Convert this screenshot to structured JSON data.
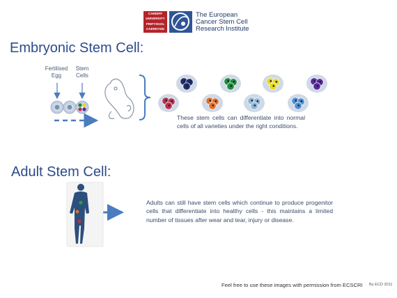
{
  "logo": {
    "university_lines": [
      "CARDIFF",
      "UNIVERSITY",
      "PRIFYSGOL",
      "CAERDYDD"
    ],
    "institute_lines": [
      "The European",
      "Cancer Stem Cell",
      "Research Institute"
    ]
  },
  "embryonic": {
    "title": "Embryonic Stem Cell:",
    "label_egg": [
      "Fertilised",
      "Egg"
    ],
    "label_stem": [
      "Stem",
      "Cells"
    ],
    "description": "These stem cells can differentiate into normal cells of all varieties under the right conditions."
  },
  "adult": {
    "title": "Adult Stem Cell:",
    "description": "Adults can still have stem cells which continue to produce progenitor cells that differentiate into healthy cells - this maintains a limited number of tissues after wear and tear, injury or disease."
  },
  "footer": {
    "permission": "Feel free to use these images with permission from ECSCRI",
    "credit": "By ECD 2011"
  },
  "colors": {
    "title_blue": "#2c4b8a",
    "arrow_blue": "#4a7cc0",
    "brand_red": "#b3242a"
  },
  "cells": [
    {
      "name": "cell-dark-navy",
      "color": "#1e2d6b"
    },
    {
      "name": "cell-green",
      "color": "#1f8a3c"
    },
    {
      "name": "cell-yellow",
      "color": "#e6d81e"
    },
    {
      "name": "cell-purple",
      "color": "#5b2a9c"
    },
    {
      "name": "cell-red-purple",
      "color": "#b8334e"
    },
    {
      "name": "cell-orange",
      "color": "#e0702a"
    },
    {
      "name": "cell-light-blue",
      "color": "#8ab4d8"
    },
    {
      "name": "cell-blue",
      "color": "#4f8fd4"
    }
  ]
}
